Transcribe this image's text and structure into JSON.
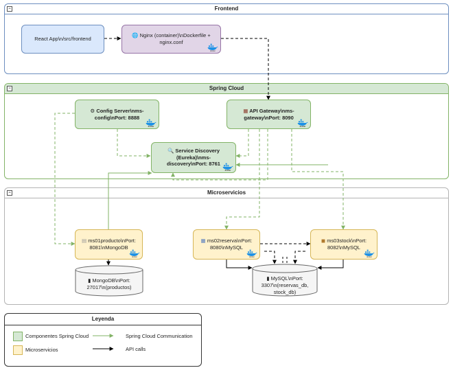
{
  "groups": {
    "frontend": "Frontend",
    "spring_cloud": "Spring Cloud",
    "microservicios": "Microservicios"
  },
  "nodes": {
    "react": "React App\\n/src/frontend",
    "nginx": "Nginx (container)\\nDockerfile + nginx.conf",
    "config": "Config Server\\nms-config\\nPort: 8888",
    "gateway": "API Gateway\\nms-gateway\\nPort: 8090",
    "eureka": "Service Discovery (Eureka)\\nms-discovery\\nPort: 8761",
    "ms01": "ms01producto\\nPort: 8081\\nMongoDB",
    "ms02": "ms02reserva\\nPort: 8080\\nMySQL",
    "ms03": "ms03stock\\nPort: 8082\\nMySQL",
    "mongo": "MongoDB\\nPort: 27017\\n(productos)",
    "mysql": "MySQL\\nPort: 3307\\n(reservas_db, stock_db)"
  },
  "docker_label": "docker",
  "legend": {
    "title": "Leyenda",
    "green_label": "Componentes Spring Cloud",
    "yellow_label": "Microservicios",
    "green_arrow_label": "Spring Cloud Communication",
    "black_arrow_label": "API calls"
  },
  "colors": {
    "frontend_border": "#6c8ebf",
    "spring_fill": "#d5e8d4",
    "spring_border": "#82b366",
    "micro_border": "#b3b3b3",
    "green_arrow": "#82b366",
    "black_arrow": "#000000"
  }
}
